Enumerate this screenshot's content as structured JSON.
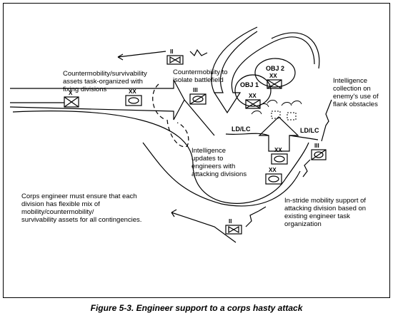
{
  "caption": "Figure 5-3.  Engineer support to a corps hasty attack",
  "annotations": {
    "countermobility_survivability": [
      "Countermobility/survivability",
      "assets task-organized  with",
      "fixing divisions"
    ],
    "countermobility_isolate": [
      "Countermobility to",
      "isolate battlefield"
    ],
    "intelligence_collection": [
      "Intelligence",
      "collection on",
      "enemy's use of",
      "flank obstacles"
    ],
    "intelligence_updates": [
      "Intelligence",
      "updates to",
      "engineers with",
      "attacking divisions"
    ],
    "corps_engineer": [
      "Corps engineer must ensure that each",
      "division has flexible mix of",
      "mobility/countermobility/",
      "survivability assets for all contingencies."
    ],
    "in_stride": [
      "In-stride mobility support of",
      "attacking division based on",
      "existing engineer task",
      "organization"
    ]
  },
  "objectives": {
    "obj1": "OBJ 1",
    "obj2": "OBJ 2"
  },
  "control_lines": {
    "left": "LD/LC",
    "right": "LD/LC"
  },
  "echelons": {
    "corps": "X",
    "division": "XX",
    "brigade": "III",
    "battalion": "II"
  }
}
